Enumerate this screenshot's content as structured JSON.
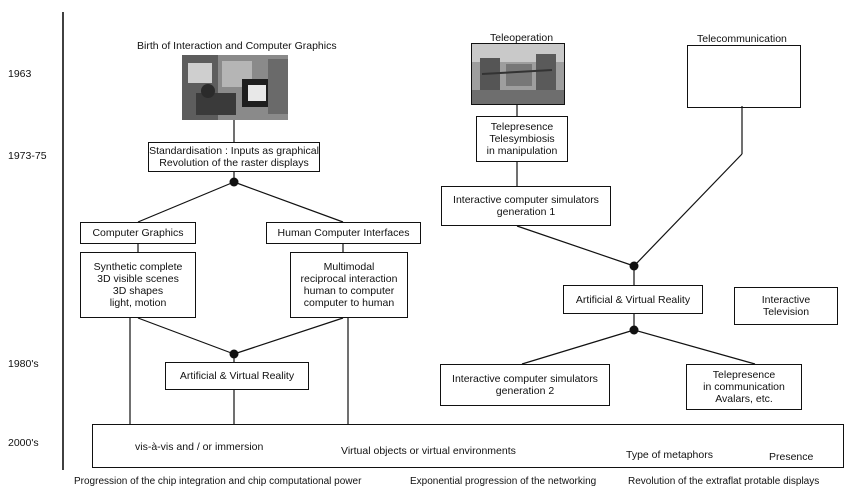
{
  "years": [
    "1963",
    "1973-75",
    "1980's",
    "2000's"
  ],
  "headings": {
    "birth": "Birth of Interaction and Computer Graphics",
    "teleoperation": "Teleoperation",
    "telecommunication": "Telecommunication"
  },
  "boxes": {
    "standardisation": [
      "Standardisation : Inputs as graphical",
      "Revolution of the raster displays"
    ],
    "computer_graphics": [
      "Computer Graphics"
    ],
    "hci": [
      "Human Computer Interfaces"
    ],
    "synthetic": [
      "Synthetic complete",
      "3D visible scenes",
      "3D shapes",
      "light, motion"
    ],
    "multimodal": [
      "Multimodal",
      "reciprocal interaction",
      "human to computer",
      "computer to human"
    ],
    "avr_left": [
      "Artificial & Virtual Reality"
    ],
    "telepresence_manip": [
      "Telepresence",
      "Telesymbiosis",
      "in manipulation"
    ],
    "sim_gen1": [
      "Interactive computer simulators",
      "generation 1"
    ],
    "avr_right": [
      "Artificial & Virtual Reality"
    ],
    "interactive_tv": [
      "Interactive",
      "Television"
    ],
    "sim_gen2": [
      "Interactive computer simulators",
      "generation 2"
    ],
    "telepresence_comm": [
      "Telepresence",
      "in communication",
      "Avalars, etc."
    ]
  },
  "bottom_bar": {
    "immersion": "vis-à-vis and / or immersion",
    "virtual_objects": "Virtual objects or virtual environments",
    "metaphors": "Type of metaphors",
    "presence": "Presence"
  },
  "footer": {
    "chip": "Progression of the chip integration and chip computational power",
    "networking": "Exponential progression of the networking",
    "displays": "Revolution of the extraflat protable displays"
  }
}
